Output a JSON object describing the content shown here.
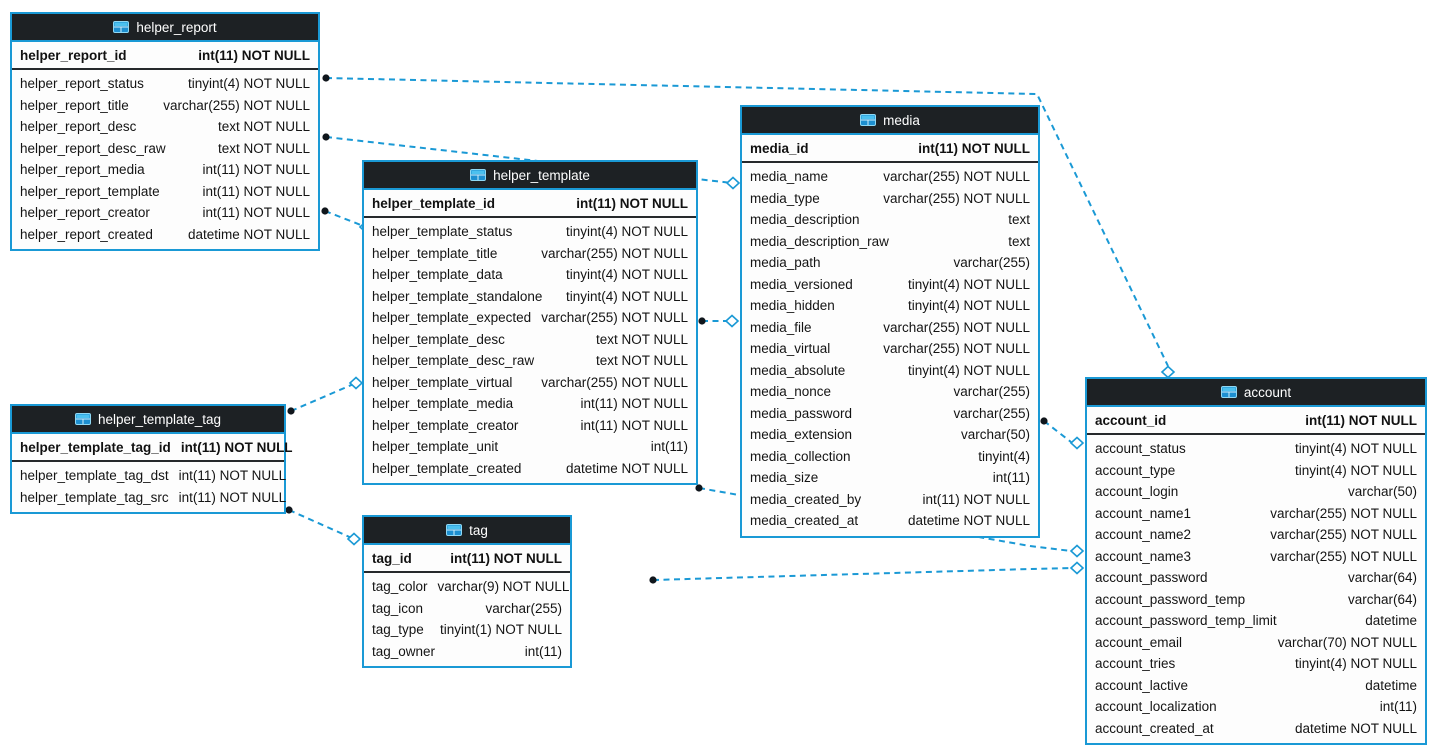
{
  "diagram": {
    "kind": "database-er-diagram",
    "colors": {
      "table_border": "#1a99d5",
      "header_background": "#1d2124",
      "header_text": "#ffffff",
      "row_text": "#141414",
      "pk_separator": "#26292c",
      "connector": "#1a99d5",
      "connector_dot": "#10161c",
      "table_icon": "#2fa8e0"
    },
    "icons": {
      "header_icon": "table-grid-icon"
    },
    "tables": [
      {
        "id": "helper_report",
        "title": "helper_report",
        "pk": {
          "name": "helper_report_id",
          "type": "int(11) NOT NULL"
        },
        "columns": [
          {
            "name": "helper_report_status",
            "type": "tinyint(4) NOT NULL"
          },
          {
            "name": "helper_report_title",
            "type": "varchar(255) NOT NULL"
          },
          {
            "name": "helper_report_desc",
            "type": "text NOT NULL"
          },
          {
            "name": "helper_report_desc_raw",
            "type": "text NOT NULL"
          },
          {
            "name": "helper_report_media",
            "type": "int(11) NOT NULL"
          },
          {
            "name": "helper_report_template",
            "type": "int(11) NOT NULL"
          },
          {
            "name": "helper_report_creator",
            "type": "int(11) NOT NULL"
          },
          {
            "name": "helper_report_created",
            "type": "datetime NOT NULL"
          }
        ]
      },
      {
        "id": "helper_template",
        "title": "helper_template",
        "pk": {
          "name": "helper_template_id",
          "type": "int(11) NOT NULL"
        },
        "columns": [
          {
            "name": "helper_template_status",
            "type": "tinyint(4) NOT NULL"
          },
          {
            "name": "helper_template_title",
            "type": "varchar(255) NOT NULL"
          },
          {
            "name": "helper_template_data",
            "type": "tinyint(4) NOT NULL"
          },
          {
            "name": "helper_template_standalone",
            "type": "tinyint(4) NOT NULL"
          },
          {
            "name": "helper_template_expected",
            "type": "varchar(255) NOT NULL"
          },
          {
            "name": "helper_template_desc",
            "type": "text NOT NULL"
          },
          {
            "name": "helper_template_desc_raw",
            "type": "text NOT NULL"
          },
          {
            "name": "helper_template_virtual",
            "type": "varchar(255) NOT NULL"
          },
          {
            "name": "helper_template_media",
            "type": "int(11) NOT NULL"
          },
          {
            "name": "helper_template_creator",
            "type": "int(11) NOT NULL"
          },
          {
            "name": "helper_template_unit",
            "type": "int(11)"
          },
          {
            "name": "helper_template_created",
            "type": "datetime NOT NULL"
          }
        ]
      },
      {
        "id": "helper_template_tag",
        "title": "helper_template_tag",
        "pk": {
          "name": "helper_template_tag_id",
          "type": "int(11) NOT NULL"
        },
        "columns": [
          {
            "name": "helper_template_tag_dst",
            "type": "int(11) NOT NULL"
          },
          {
            "name": "helper_template_tag_src",
            "type": "int(11) NOT NULL"
          }
        ]
      },
      {
        "id": "tag",
        "title": "tag",
        "pk": {
          "name": "tag_id",
          "type": "int(11) NOT NULL"
        },
        "columns": [
          {
            "name": "tag_color",
            "type": "varchar(9) NOT NULL"
          },
          {
            "name": "tag_icon",
            "type": "varchar(255)"
          },
          {
            "name": "tag_type",
            "type": "tinyint(1) NOT NULL"
          },
          {
            "name": "tag_owner",
            "type": "int(11)"
          }
        ]
      },
      {
        "id": "media",
        "title": "media",
        "pk": {
          "name": "media_id",
          "type": "int(11) NOT NULL"
        },
        "columns": [
          {
            "name": "media_name",
            "type": "varchar(255) NOT NULL"
          },
          {
            "name": "media_type",
            "type": "varchar(255) NOT NULL"
          },
          {
            "name": "media_description",
            "type": "text"
          },
          {
            "name": "media_description_raw",
            "type": "text"
          },
          {
            "name": "media_path",
            "type": "varchar(255)"
          },
          {
            "name": "media_versioned",
            "type": "tinyint(4) NOT NULL"
          },
          {
            "name": "media_hidden",
            "type": "tinyint(4) NOT NULL"
          },
          {
            "name": "media_file",
            "type": "varchar(255) NOT NULL"
          },
          {
            "name": "media_virtual",
            "type": "varchar(255) NOT NULL"
          },
          {
            "name": "media_absolute",
            "type": "tinyint(4) NOT NULL"
          },
          {
            "name": "media_nonce",
            "type": "varchar(255)"
          },
          {
            "name": "media_password",
            "type": "varchar(255)"
          },
          {
            "name": "media_extension",
            "type": "varchar(50)"
          },
          {
            "name": "media_collection",
            "type": "tinyint(4)"
          },
          {
            "name": "media_size",
            "type": "int(11)"
          },
          {
            "name": "media_created_by",
            "type": "int(11) NOT NULL"
          },
          {
            "name": "media_created_at",
            "type": "datetime NOT NULL"
          }
        ]
      },
      {
        "id": "account",
        "title": "account",
        "pk": {
          "name": "account_id",
          "type": "int(11) NOT NULL"
        },
        "columns": [
          {
            "name": "account_status",
            "type": "tinyint(4) NOT NULL"
          },
          {
            "name": "account_type",
            "type": "tinyint(4) NOT NULL"
          },
          {
            "name": "account_login",
            "type": "varchar(50)"
          },
          {
            "name": "account_name1",
            "type": "varchar(255) NOT NULL"
          },
          {
            "name": "account_name2",
            "type": "varchar(255) NOT NULL"
          },
          {
            "name": "account_name3",
            "type": "varchar(255) NOT NULL"
          },
          {
            "name": "account_password",
            "type": "varchar(64)"
          },
          {
            "name": "account_password_temp",
            "type": "varchar(64)"
          },
          {
            "name": "account_password_temp_limit",
            "type": "datetime"
          },
          {
            "name": "account_email",
            "type": "varchar(70) NOT NULL"
          },
          {
            "name": "account_tries",
            "type": "tinyint(4) NOT NULL"
          },
          {
            "name": "account_lactive",
            "type": "datetime"
          },
          {
            "name": "account_localization",
            "type": "int(11)"
          },
          {
            "name": "account_created_at",
            "type": "datetime NOT NULL"
          }
        ]
      }
    ],
    "relationships": [
      {
        "from": "helper_report",
        "to": "account"
      },
      {
        "from": "helper_report",
        "to": "media"
      },
      {
        "from": "helper_report",
        "to": "helper_template"
      },
      {
        "from": "helper_template_tag",
        "to": "helper_template"
      },
      {
        "from": "helper_template_tag",
        "to": "tag"
      },
      {
        "from": "helper_template",
        "to": "media"
      },
      {
        "from": "helper_template",
        "to": "account"
      },
      {
        "from": "tag",
        "to": "account"
      },
      {
        "from": "media",
        "to": "account"
      }
    ]
  }
}
